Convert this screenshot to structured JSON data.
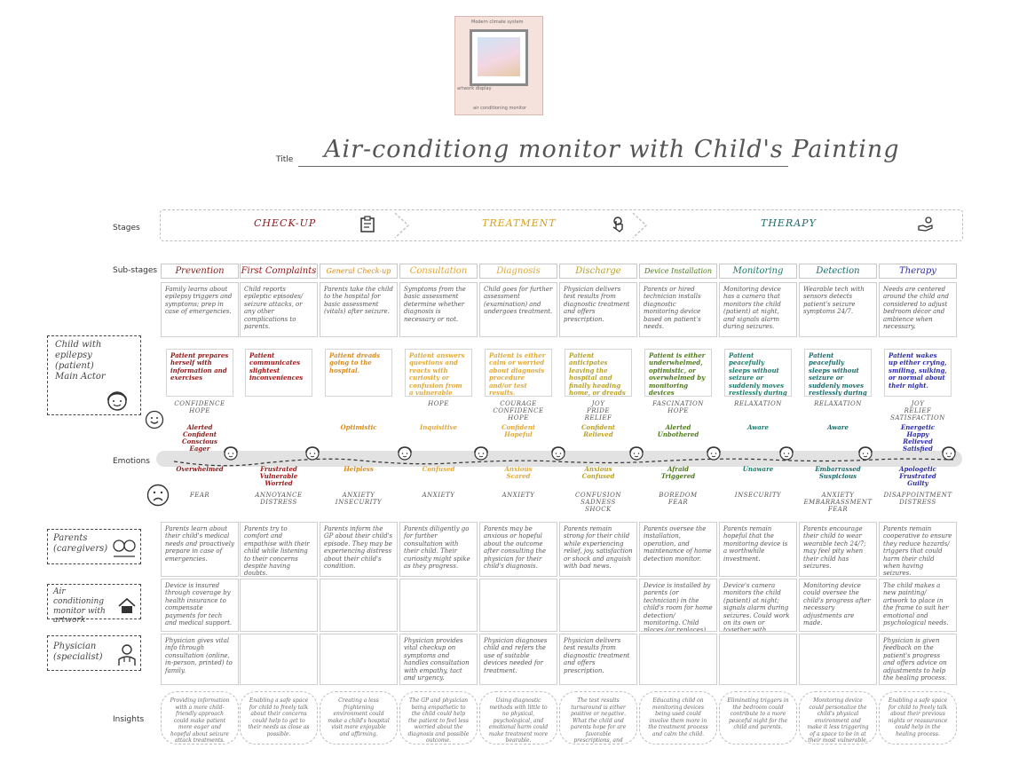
{
  "sketch": {
    "text_top": "Modern climate system",
    "text_left": "artwork display",
    "text_bottom": "air conditioning monitor"
  },
  "title_label": "Title",
  "title": "Air-conditiong monitor with Child's Painting",
  "row_labels": {
    "stages": "Stages",
    "substages": "Sub-stages",
    "emotions": "Emotions",
    "insights": "Insights"
  },
  "stages": [
    {
      "name": "CHECK-UP",
      "color": "#8b1a1a",
      "icon": "clipboard-icon"
    },
    {
      "name": "TREATMENT",
      "color": "#d4a017",
      "icon": "hand-tap-icon"
    },
    {
      "name": "THERAPY",
      "color": "#1b6b6b",
      "icon": "helping-hand-icon"
    }
  ],
  "substages": [
    {
      "label": "Prevention",
      "color": "#8b1a1a"
    },
    {
      "label": "First Complaints",
      "color": "#a01515"
    },
    {
      "label": "General Check-up",
      "color": "#d88a1a"
    },
    {
      "label": "Consultation",
      "color": "#e0a838"
    },
    {
      "label": "Diagnosis",
      "color": "#e0a838"
    },
    {
      "label": "Discharge",
      "color": "#b8a028"
    },
    {
      "label": "Device Installation",
      "color": "#4d7a1a"
    },
    {
      "label": "Monitoring",
      "color": "#1b7a6b"
    },
    {
      "label": "Detection",
      "color": "#1b6b6b"
    },
    {
      "label": "Therapy",
      "color": "#2a2aa8"
    }
  ],
  "descriptions": [
    "Family learns about epilepsy triggers and symptoms; prep in case of emergencies.",
    "Child reports epileptic episodes/ seizure attacks, or any other complications to parents.",
    "Parents take the child to the hospital for basic assessment (vitals) after seizure.",
    "Symptoms from the basic assessment determine whether diagnosis is necessary or not.",
    "Child goes for further assessment (examination) and undergoes treatment.",
    "Physician delivers test results from diagnostic treatment and offers prescription.",
    "Parents or hired technician installs diagnostic monitoring device based on patient's needs.",
    "Monitoring device has a camera that monitors the child (patient) at night, and signals alarm during seizures.",
    "Wearable tech with sensors detects patient's seizure symptoms 24/7.",
    "Needs are centered around the child and considered to adjust bedroom décor and ambience when necessary."
  ],
  "actors": {
    "patient": "Child with epilepsy (patient) Main Actor",
    "parents": "Parents (caregivers)",
    "device": "Air conditioning monitor with artwork",
    "physician": "Physician (specialist)"
  },
  "patient_notes": [
    {
      "text": "Patient prepares herself with information and exercises",
      "color": "#8b1a1a"
    },
    {
      "text": "Patient communicates slightest inconveniences",
      "color": "#a01515"
    },
    {
      "text": "Patient dreads going to the hospital.",
      "color": "#d88a1a"
    },
    {
      "text": "Patient answers questions and reacts with curiosity or confusion from a vulnerable position",
      "color": "#e0a838"
    },
    {
      "text": "Patient is either calm or worried about diagnosis procedure and/or test results.",
      "color": "#e0a838"
    },
    {
      "text": "Patient anticipates leaving the hospital and finally heading home, or dreads being hospitalized",
      "color": "#b8a028"
    },
    {
      "text": "Patient is either underwhelmed, optimistic, or overwhelmed by monitoring devices",
      "color": "#4d7a1a"
    },
    {
      "text": "Patient peacefully sleeps without seizure or suddenly moves restlessly during sleep.",
      "color": "#1b7a6b"
    },
    {
      "text": "Patient peacefully sleeps without seizure or suddenly moves restlessly during sleep.",
      "color": "#1b6b6b"
    },
    {
      "text": "Patient wakes up either crying, smiling, sulking, or normal about their night.",
      "color": "#2a2aa8"
    }
  ],
  "emotions_top": [
    {
      "text": "CONFIDENCE\nHOPE"
    },
    {
      "text": ""
    },
    {
      "text": ""
    },
    {
      "text": "HOPE"
    },
    {
      "text": "COURAGE\nCONFIDENCE\nHOPE"
    },
    {
      "text": "JOY\nPRIDE\nRELIEF"
    },
    {
      "text": "FASCINATION\nHOPE"
    },
    {
      "text": "RELAXATION"
    },
    {
      "text": "RELAXATION"
    },
    {
      "text": "JOY\nRELIEF\nSATISFACTION"
    }
  ],
  "emotions_pos": [
    {
      "text": "Alerted\nConfident\nConscious\nEager",
      "color": "#8b1a1a"
    },
    {
      "text": "",
      "color": "#a01515"
    },
    {
      "text": "Optimistic",
      "color": "#d88a1a"
    },
    {
      "text": "Inquisitive",
      "color": "#e0a838"
    },
    {
      "text": "Confident\nHopeful",
      "color": "#e0a838"
    },
    {
      "text": "Confident\nRelieved",
      "color": "#b8a028"
    },
    {
      "text": "Alerted\nUnbothered",
      "color": "#4d7a1a"
    },
    {
      "text": "Aware",
      "color": "#1b7a6b"
    },
    {
      "text": "Aware",
      "color": "#1b6b6b"
    },
    {
      "text": "Energetic\nHappy\nRelieved\nSatisfied",
      "color": "#2a2aa8"
    }
  ],
  "emotions_neg": [
    {
      "text": "Overwhelmed",
      "color": "#8b1a1a"
    },
    {
      "text": "Frustrated\nVulnerable\nWorried",
      "color": "#a01515"
    },
    {
      "text": "Helpless",
      "color": "#d88a1a"
    },
    {
      "text": "Confused",
      "color": "#e0a838"
    },
    {
      "text": "Anxious\nScared",
      "color": "#e0a838"
    },
    {
      "text": "Anxious\nConfused",
      "color": "#b8a028"
    },
    {
      "text": "Afraid\nTriggered",
      "color": "#4d7a1a"
    },
    {
      "text": "Unaware",
      "color": "#1b7a6b"
    },
    {
      "text": "Embarrassed\nSuspicious",
      "color": "#1b6b6b"
    },
    {
      "text": "Apologetic\nFrustrated\nGuilty",
      "color": "#2a2aa8"
    }
  ],
  "emotions_bottom": [
    {
      "text": "FEAR"
    },
    {
      "text": "ANNOYANCE\nDISTRESS"
    },
    {
      "text": "ANXIETY\nINSECURITY"
    },
    {
      "text": "ANXIETY"
    },
    {
      "text": "ANXIETY"
    },
    {
      "text": "CONFUSION\nSADNESS\nSHOCK"
    },
    {
      "text": "BOREDOM\nFEAR"
    },
    {
      "text": "INSECURITY"
    },
    {
      "text": "ANXIETY\nEMBARRASSMENT\nFEAR"
    },
    {
      "text": "DISAPPOINTMENT\nDISTRESS"
    }
  ],
  "parents": [
    "Parents learn about their child's medical needs and proactively prepare in case of emergencies.",
    "Parents try to comfort and empathise with their child while listening to their concerns despite having doubts.",
    "Parents inform the GP about their child's episode. They may be experiencing distress about their child's condition.",
    "Parents diligently go for further consultation with their child. Their curiosity might spike as they progress.",
    "Parents may be anxious or hopeful about the outcome after consulting the physician for their child's diagnosis.",
    "Parents remain strong for their child while experiencing relief, joy, satisfaction or shock and anguish with bad news.",
    "Parents oversee the installation, operation, and maintenance of home detection monitor.",
    "Parents remain hopeful that the monitoring device is a worthwhile investment.",
    "Parents encourage their child to wear wearable tech 24/7; may feel pity when their child has seizures.",
    "Parents remain cooperative to ensure they reduce hazards/ triggers that could harm their child when having seizures."
  ],
  "device": [
    "Device is insured through coverage by health insurance to compensate payments for tech and medical support.",
    "",
    "",
    "",
    "",
    "",
    "Device is installed by parents (or technician) in the child's room for home detection/ monitoring. Child places (or replaces) artwork in frame.",
    "Device's camera monitors the child (patient) at night; signals alarm during seizures. Could work on its own or together with wearable tech.",
    "Monitoring device could oversee the child's progress after necessary adjustments are made.",
    "The child makes a new painting/ artwork to place in the frame to suit her emotional and psychological needs."
  ],
  "physician": [
    "Physician gives vital info through consultation (online, in-person, printed) to family.",
    "",
    "",
    "Physician provides vital checkup on symptoms and handles consultation with empathy, tact and urgency.",
    "Physician diagnoses child and refers the use of suitable devices needed for treatment.",
    "Physician delivers test results from diagnostic treatment and offers prescription.",
    "",
    "",
    "",
    "Physician is given feedback on the patient's progress and offers advice on adjustments to help the healing process."
  ],
  "insights": [
    "Providing information with a more child-friendly approach could make patient more eager and hopeful about seizure attack treatments.",
    "Enabling a safe space for child to freely talk about their concerns could help to get to their needs as close as possible.",
    "Creating a less frightening environment could make a child's hospital visit more enjoyable and affirming.",
    "The GP and physician being empathetic to the child could help the patient to feel less worried about the diagnosis and possible outcome.",
    "Using diagnostic methods with little to no physical, psychological, and emotional harm could make treatment more bearable.",
    "The test results turnaround is either positive or negative. What the child and parents hope for are favorable prescriptions, and what they dread is possible disease/ surgery.",
    "Educating child on monitoring devices being used could involve them more in the treatment process and calm the child.",
    "Eliminating triggers in the bedroom could contribute to a more peaceful night for the child and parents.",
    "Monitoring device could personalize the child's physical environment and make it less triggering of a space to be in at their most vulnerable.",
    "Enabling a safe space for child to freely talk about their previous nights or reassurance could help in the healing process."
  ],
  "colors": {
    "border": "#c8c8c8",
    "band": "#e2e2e2",
    "text": "#555555"
  },
  "icons": [
    "happy-face-icon",
    "sad-face-icon",
    "patient-face-icon",
    "parents-icon",
    "house-icon",
    "physician-icon"
  ]
}
